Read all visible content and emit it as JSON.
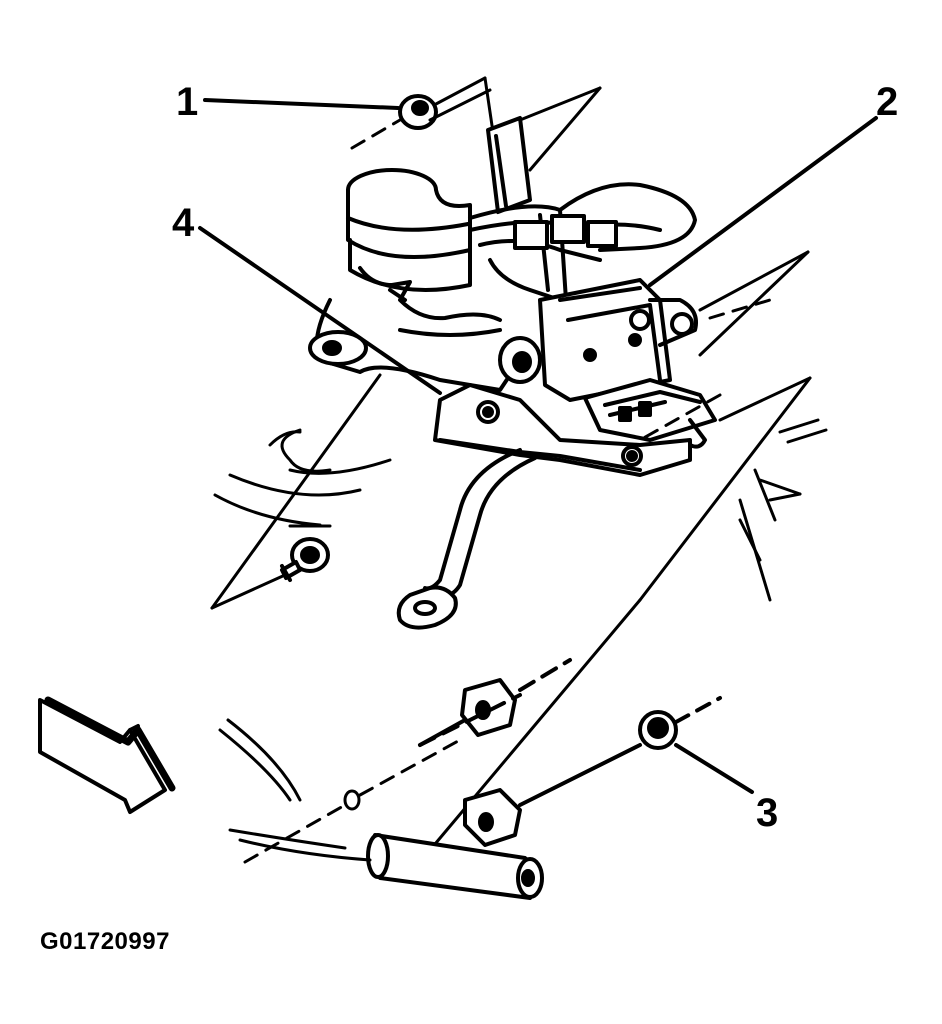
{
  "figure_id": "G01720997",
  "callouts": {
    "c1": "1",
    "c2": "2",
    "c3": "3",
    "c4": "4"
  },
  "colors": {
    "ink": "#000000",
    "paper": "#ffffff"
  },
  "icons": {
    "view_arrow": "direction-of-view-arrow"
  }
}
